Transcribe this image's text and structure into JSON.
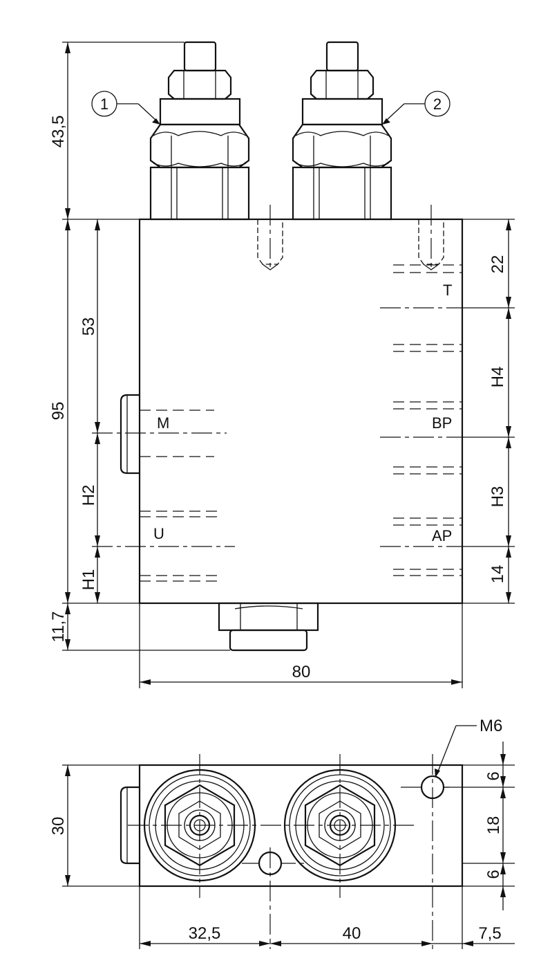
{
  "callouts": {
    "one": "1",
    "two": "2"
  },
  "ports": {
    "t": "T",
    "bp": "BP",
    "ap": "AP",
    "m": "M",
    "u": "U"
  },
  "dimensions": {
    "top_height": "43,5",
    "body_height": "95",
    "upper_left": "53",
    "h2": "H2",
    "h1": "H1",
    "bottom_plug": "11,7",
    "right_top": "22",
    "h4": "H4",
    "h3": "H3",
    "right_bottom": "14",
    "width": "80",
    "thread": "M6",
    "plan_height": "30",
    "plan_6_top": "6",
    "plan_18": "18",
    "plan_6_bottom": "6",
    "plan_32_5": "32,5",
    "plan_40": "40",
    "plan_7_5": "7,5"
  }
}
